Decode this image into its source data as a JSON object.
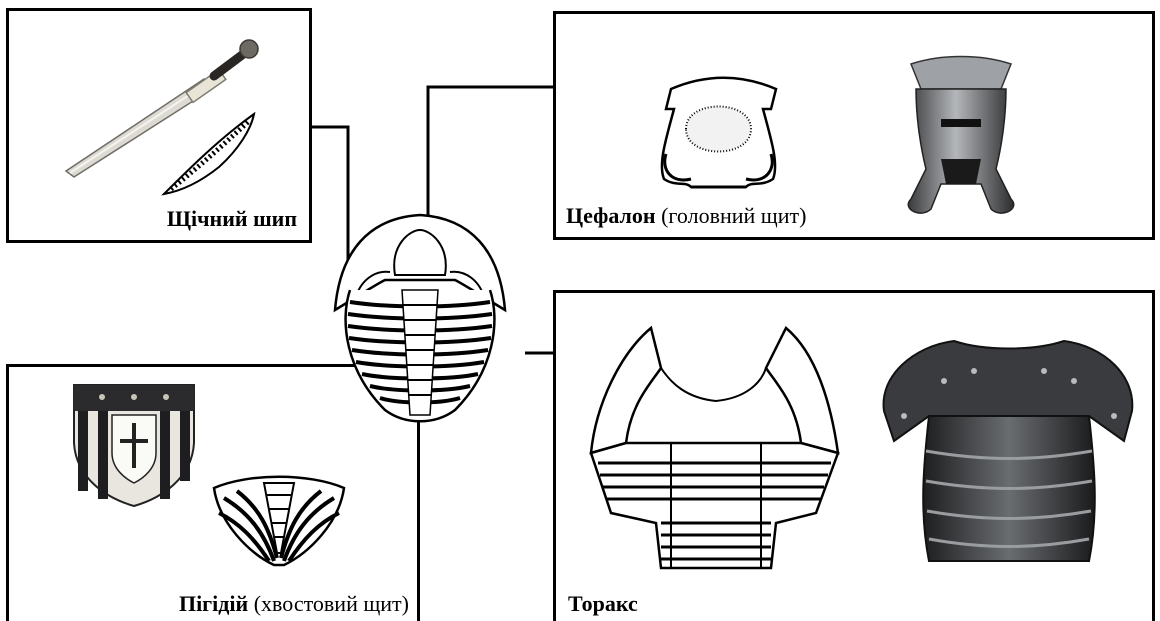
{
  "labels": {
    "cheek_spine": {
      "bold": "Щічний шип",
      "rest": ""
    },
    "cephalon": {
      "bold": "Цефалон",
      "rest": " (головний щит)"
    },
    "pygidium": {
      "bold": "Пігідій",
      "rest": " (хвостовий щит)"
    },
    "thorax": {
      "bold": "Торакс",
      "rest": ""
    }
  },
  "icons": [
    "trilobite-drawing",
    "sword-icon",
    "cheek-spine-drawing",
    "cephalon-drawing",
    "helmet-icon",
    "shield-icon",
    "pygidium-drawing",
    "thorax-drawing",
    "breastplate-icon"
  ],
  "colors": {
    "line": "#000000",
    "steel": "#8a8d90",
    "dark_steel": "#2b2c2e",
    "blade": "#d8d6cf",
    "shield_red": "#7a1f25"
  }
}
